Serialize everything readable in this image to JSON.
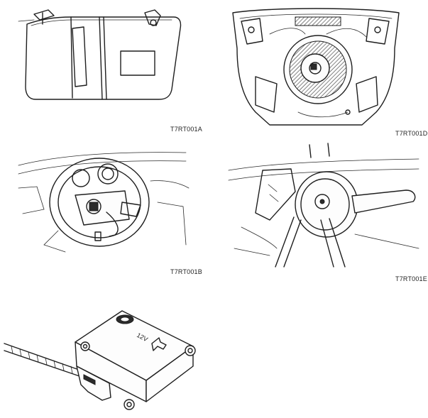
{
  "figures": [
    {
      "id": "sun-visor",
      "caption": "T7RT001A"
    },
    {
      "id": "airbag-module-back",
      "caption": "T7RT001D"
    },
    {
      "id": "steering-wheel",
      "caption": "T7RT001B"
    },
    {
      "id": "clock-spring",
      "caption": "T7RT001E"
    },
    {
      "id": "control-module",
      "caption": "",
      "module_label": "12V"
    }
  ]
}
